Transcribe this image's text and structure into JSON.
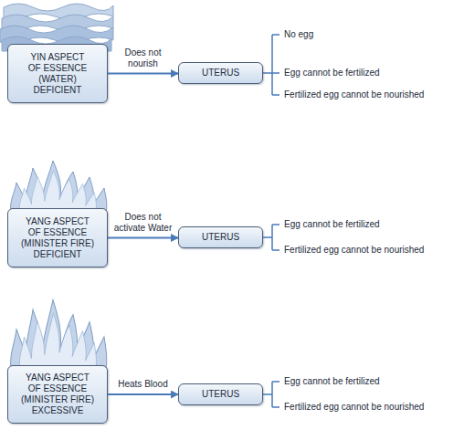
{
  "diagram": {
    "nodes": [
      {
        "text": [
          "YIN ASPECT OF ESSENCE (WATER) DEFICIENT"
        ]
      },
      {
        "text": [
          "UTERUS"
        ]
      },
      {
        "text": [
          "YANG ASPECT OF ESSENCE (MINISTER FIRE) DEFICIENT"
        ]
      },
      {
        "text": [
          "UTERUS"
        ]
      },
      {
        "text": [
          "YANG ASPECT OF ESSENCE (MINISTER FIRE) EXCESSIVE"
        ]
      },
      {
        "text": [
          "UTERUS"
        ]
      }
    ],
    "edges": [
      {
        "from": 0,
        "to": 1,
        "label": "Does not nourish",
        "arrow": "to"
      },
      {
        "from": 2,
        "to": 3,
        "label": "Does not activate Water",
        "arrow": "to"
      },
      {
        "from": 4,
        "to": 5,
        "label": "Heats Blood",
        "arrow": "to"
      }
    ],
    "labels": [
      "No egg",
      "Egg cannot be fertilized",
      "Fertilized egg cannot be nourished",
      "Egg cannot be fertilized",
      "Fertilized egg cannot be nourished",
      "Egg cannot be fertilized",
      "Fertilized egg cannot be nourished"
    ]
  }
}
